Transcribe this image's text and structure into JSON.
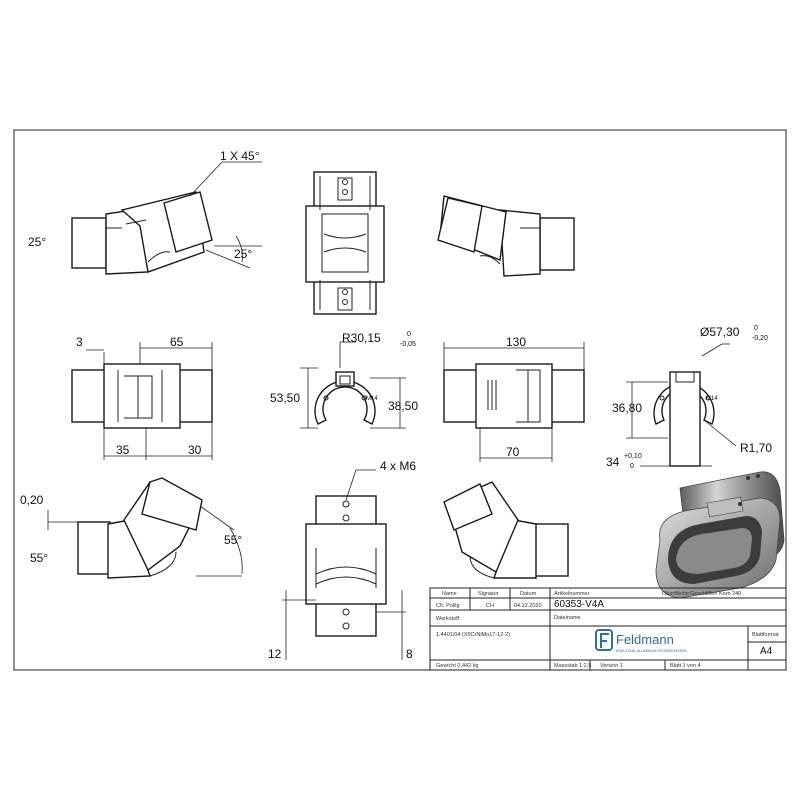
{
  "dims": {
    "chamfer": "1 X 45°",
    "angle_25_left": "25°",
    "angle_25_right": "25°",
    "d3": "3",
    "d65": "65",
    "d35": "35",
    "d30": "30",
    "radius": "R30,15",
    "radius_tol_top": "0",
    "radius_tol_bot": "-0,05",
    "h5350": "53,50",
    "h3850": "38,50",
    "d130": "130",
    "d70": "70",
    "diameter": "Ø57,30",
    "dia_tol_top": "0",
    "dia_tol_bot": "-0,20",
    "h3680": "36,80",
    "r170": "R1,70",
    "d34": "34",
    "d34_tol_top": "+0,10",
    "d34_tol_bot": "0",
    "thread": "4 x M6",
    "d020": "0,20",
    "angle_55_left": "55°",
    "angle_55_right": "55°",
    "d12": "12",
    "d8": "8",
    "m14": "M14"
  },
  "title_block": {
    "col_name": "Name",
    "col_signature": "Signatur",
    "col_date": "Datum",
    "author": "Ch. Pollig",
    "signature": "CH",
    "date": "04.12.2020",
    "article_label": "Artikelnummer",
    "article_number": "60353-V4A",
    "surface_label": "Oberfläche:",
    "surface_value": "Geschliffen Korn 240",
    "material_label": "Werkstoff:",
    "material_value": "1.4401/04 (X5CrNiMo17-12-2)",
    "weight": "Gewicht 0,442 kg",
    "filename_label": "Dateiname",
    "company": "Feldmann",
    "company_sub": "EDELSTAHL ALUMINIUM SCHMIEDEEISEN",
    "format_label": "Blattformat",
    "format_value": "A4",
    "scale": "Massstab 1:2,5",
    "version": "Version 1",
    "sheet": "Blatt 1 von 4"
  },
  "colors": {
    "line": "#1a1a1a",
    "logo": "#2b6fa8",
    "render": "#9a9a9a"
  }
}
